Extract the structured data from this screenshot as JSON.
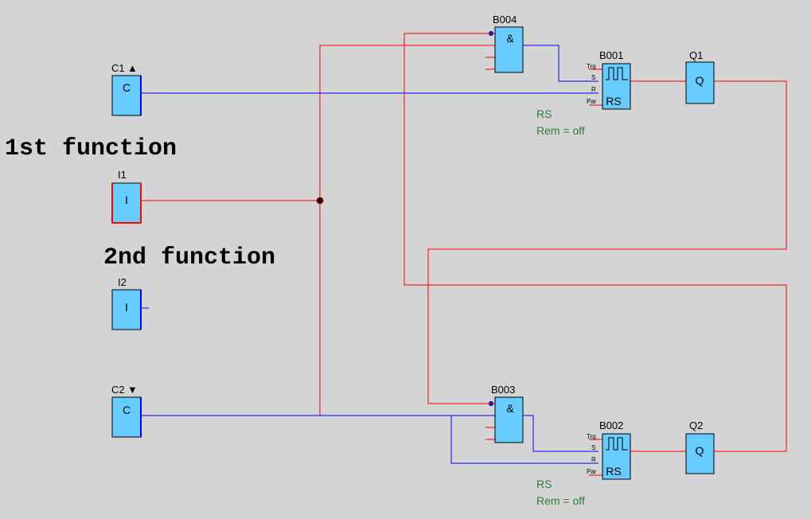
{
  "labels": {
    "function1": "1st function",
    "function2": "2nd function"
  },
  "blocks": {
    "c1": {
      "title": "C1",
      "arrow": "▲",
      "glyph": "C"
    },
    "i1": {
      "title": "I1",
      "glyph": "I"
    },
    "i2": {
      "title": "I2",
      "glyph": "I"
    },
    "c2": {
      "title": "C2",
      "arrow": "▼",
      "glyph": "C"
    },
    "b004": {
      "title": "B004",
      "glyph": "&"
    },
    "b003": {
      "title": "B003",
      "glyph": "&"
    },
    "b001": {
      "title": "B001",
      "glyph": "RS",
      "pins": [
        "Trg",
        "S",
        "R",
        "Par"
      ],
      "params": [
        "RS",
        "Rem = off"
      ]
    },
    "b002": {
      "title": "B002",
      "glyph": "RS",
      "pins": [
        "Trg",
        "S",
        "R",
        "Par"
      ],
      "params": [
        "RS",
        "Rem = off"
      ]
    },
    "q1": {
      "title": "Q1",
      "glyph": "Q"
    },
    "q2": {
      "title": "Q2",
      "glyph": "Q"
    }
  },
  "colors": {
    "background": "#d4d4d4",
    "block_fill": "#66ccff",
    "wire_active": "#ff0000",
    "wire_inactive": "#0000ff",
    "param_text": "#2e7d32"
  }
}
